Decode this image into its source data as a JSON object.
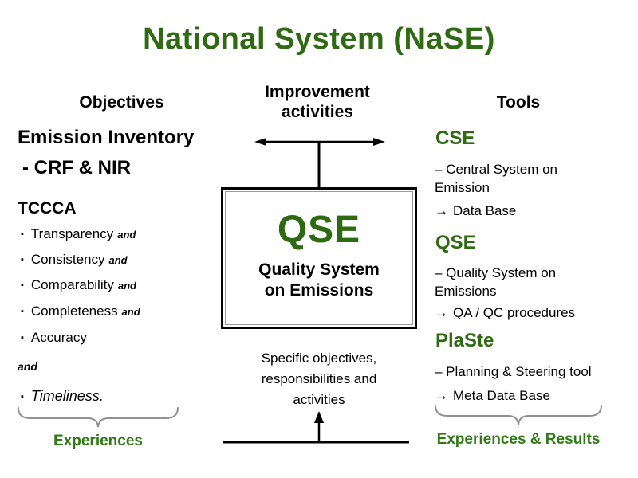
{
  "colors": {
    "heading_green": "#2d6a12",
    "accent_green": "#2e7a15",
    "brace_gray": "#909090",
    "text_black": "#000000"
  },
  "title": "National System (NaSE)",
  "columns": {
    "objectives": {
      "header": "Objectives",
      "line1": "Emission Inventory",
      "line2": "- CRF & NIR",
      "tccca_title": "TCCCA",
      "criteria": [
        {
          "text": "Transparency",
          "suffix": "and"
        },
        {
          "text": "Consistency",
          "suffix": "and"
        },
        {
          "text": "Comparability",
          "suffix": "and"
        },
        {
          "text": "Completeness",
          "suffix": "and"
        },
        {
          "text": "Accuracy",
          "suffix": ""
        }
      ],
      "standalone_and": "and",
      "timeliness": "Timeliness.",
      "brace_label": "Experiences"
    },
    "center": {
      "header": "Improvement activities",
      "box_acronym": "QSE",
      "box_subtitle": "Quality System on Emissions",
      "bottom_text": "Specific objectives, responsibilities and activities"
    },
    "tools": {
      "header": "Tools",
      "items": [
        {
          "name": "CSE",
          "desc": "– Central System on Emission",
          "result": "Data Base"
        },
        {
          "name": "QSE",
          "desc": "– Quality System on Emissions",
          "result": "QA / QC procedures"
        },
        {
          "name": "PlaSte",
          "desc": "– Planning & Steering tool",
          "result": "Meta Data Base"
        }
      ],
      "brace_label": "Experiences & Results"
    }
  },
  "icons": {
    "bullet": "▪",
    "arrow_right": "→"
  }
}
